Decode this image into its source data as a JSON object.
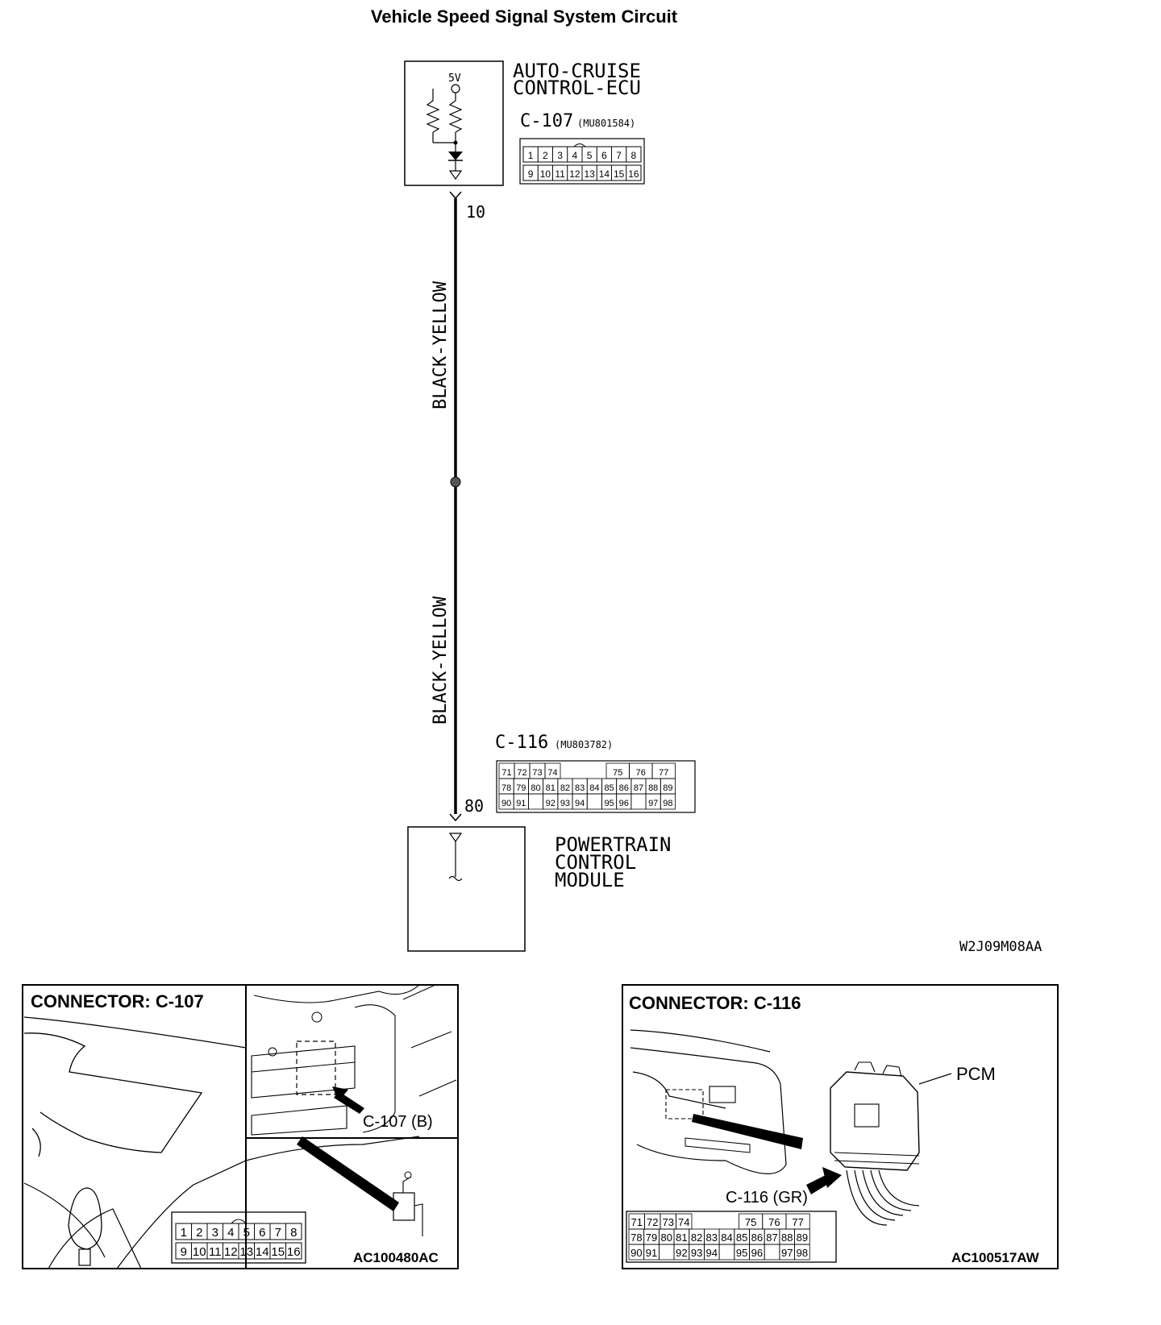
{
  "title": "Vehicle Speed Signal System Circuit",
  "ecu": {
    "name_line1": "AUTO-CRUISE",
    "name_line2": "CONTROL-ECU",
    "voltage": "5V",
    "connector_id": "C-107",
    "connector_part": "(MU801584)",
    "pin": "10",
    "pins_row1": [
      "1",
      "2",
      "3",
      "4",
      "5",
      "6",
      "7",
      "8"
    ],
    "pins_row2": [
      "9",
      "10",
      "11",
      "12",
      "13",
      "14",
      "15",
      "16"
    ]
  },
  "wire": {
    "upper_label": "BLACK-YELLOW",
    "lower_label": "BLACK-YELLOW"
  },
  "pcm": {
    "name_line1": "POWERTRAIN",
    "name_line2": "CONTROL",
    "name_line3": "MODULE",
    "connector_id": "C-116",
    "connector_part": "(MU803782)",
    "pin": "80",
    "pins_row1": [
      "71",
      "72",
      "73",
      "74",
      "",
      "",
      "75",
      "76",
      "77"
    ],
    "pins_row2": [
      "78",
      "79",
      "80",
      "81",
      "82",
      "83",
      "84",
      "85",
      "86",
      "87",
      "88",
      "89"
    ],
    "pins_row3": [
      "90",
      "91",
      "",
      "92",
      "93",
      "94",
      "",
      "95",
      "96",
      "",
      "97",
      "98"
    ]
  },
  "diagram_code": "W2J09M08AA",
  "panel_left": {
    "title": "CONNECTOR: C-107",
    "callout": "C-107 (B)",
    "code": "AC100480AC"
  },
  "panel_right": {
    "title": "CONNECTOR: C-116",
    "pcm_label": "PCM",
    "callout": "C-116 (GR)",
    "code": "AC100517AW"
  }
}
